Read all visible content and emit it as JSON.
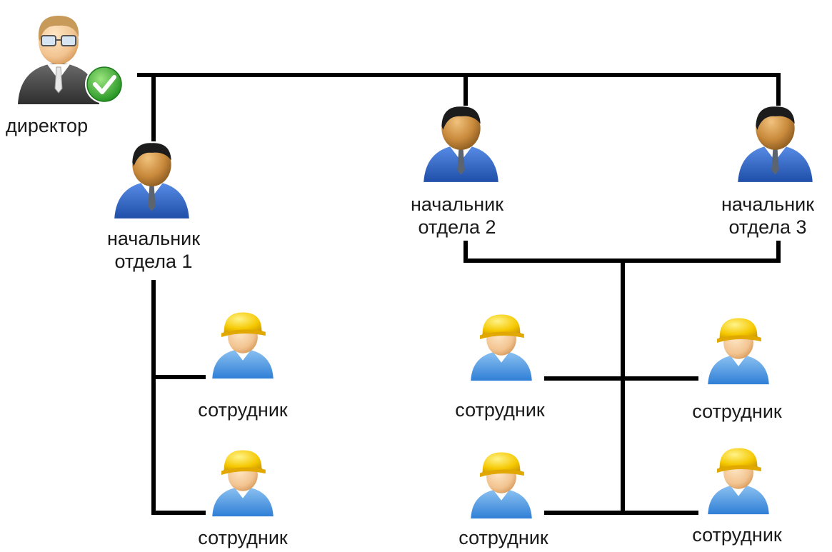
{
  "diagram": {
    "nodes": {
      "director": {
        "label": "директор",
        "icon": "director-person-icon"
      },
      "head1": {
        "label_line1": "начальник",
        "label_line2": "отдела 1",
        "icon": "manager-person-icon"
      },
      "head2": {
        "label_line1": "начальник",
        "label_line2": "отдела 2",
        "icon": "manager-person-icon"
      },
      "head3": {
        "label_line1": "начальник",
        "label_line2": "отдела 3",
        "icon": "manager-person-icon"
      },
      "emp1": {
        "label": "сотрудник",
        "icon": "worker-hardhat-icon"
      },
      "emp2": {
        "label": "сотрудник",
        "icon": "worker-hardhat-icon"
      },
      "emp3": {
        "label": "сотрудник",
        "icon": "worker-hardhat-icon"
      },
      "emp4": {
        "label": "сотрудник",
        "icon": "worker-hardhat-icon"
      },
      "emp5": {
        "label": "сотрудник",
        "icon": "worker-hardhat-icon"
      },
      "emp6": {
        "label": "сотрудник",
        "icon": "worker-hardhat-icon"
      }
    },
    "colors": {
      "connector": "#000000",
      "suit": "#2f63c4",
      "skin": "#c98a3c",
      "hardhat": "#f5c800",
      "check": "#3cb43c"
    }
  }
}
